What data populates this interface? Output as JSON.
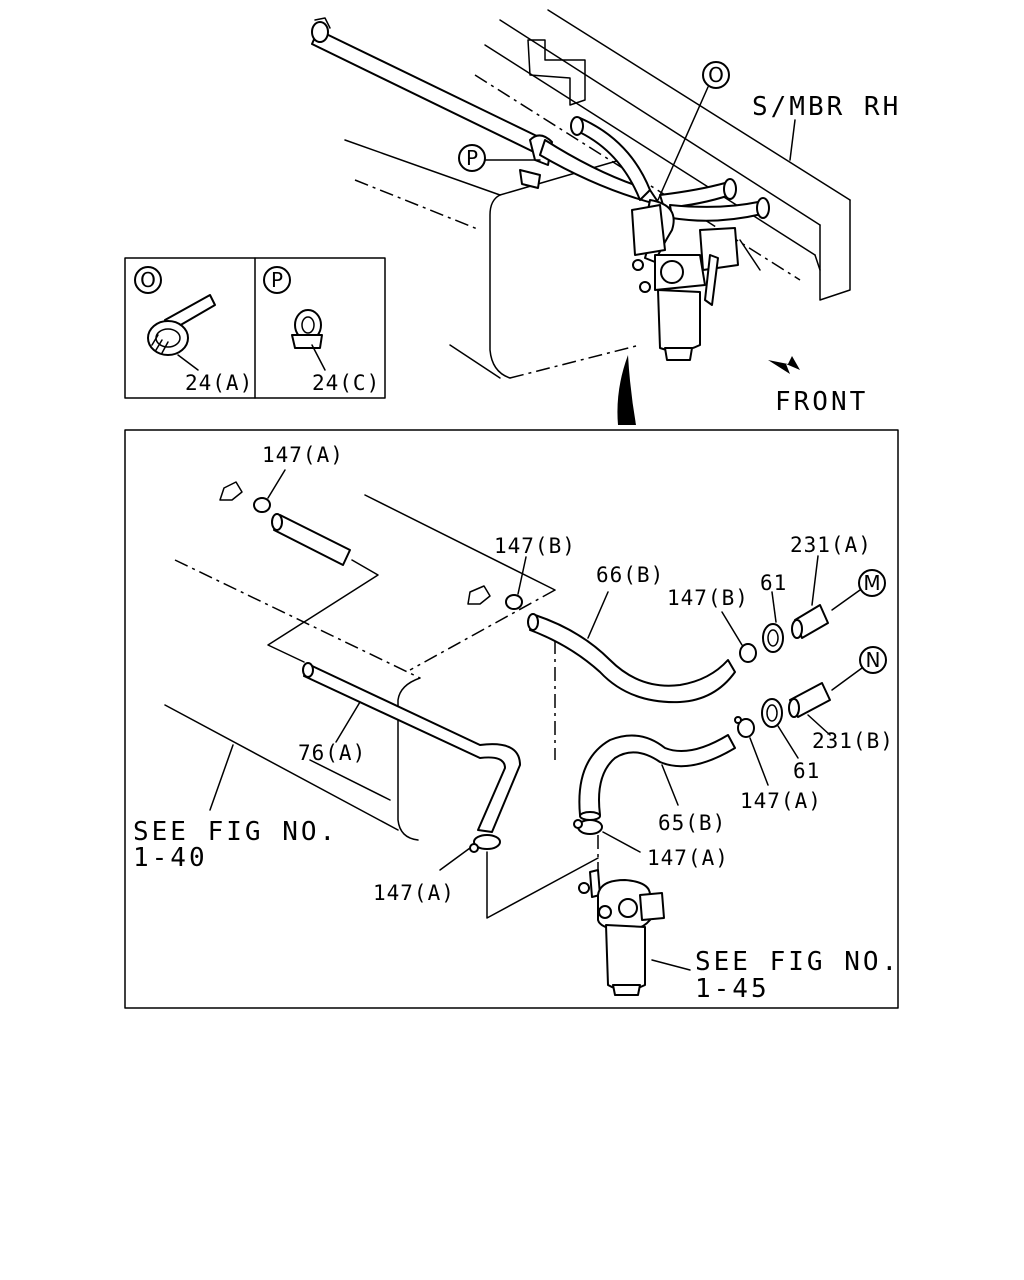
{
  "top_view": {
    "member_label": "S/MBR RH",
    "front_label": "FRONT",
    "callout_o": "O",
    "callout_p": "P"
  },
  "inset": {
    "panel_o": {
      "letter": "O",
      "part": "24(A)"
    },
    "panel_p": {
      "letter": "P",
      "part": "24(C)"
    }
  },
  "detail": {
    "labels": {
      "p147a_top": "147(A)",
      "p147b_mid": "147(B)",
      "p66b": "66(B)",
      "p147b_right": "147(B)",
      "p61_top": "61",
      "p231a": "231(A)",
      "p231b": "231(B)",
      "p61_bottom": "61",
      "p147a_right": "147(A)",
      "p65b": "65(B)",
      "p147a_filter": "147(A)",
      "p76a": "76(A)",
      "p147a_bottom": "147(A)"
    },
    "connectors": {
      "m": "M",
      "n": "N"
    },
    "see_fig_left": [
      "SEE FIG NO.",
      "1-40"
    ],
    "see_fig_right": [
      "SEE FIG NO.",
      "1-45"
    ]
  }
}
